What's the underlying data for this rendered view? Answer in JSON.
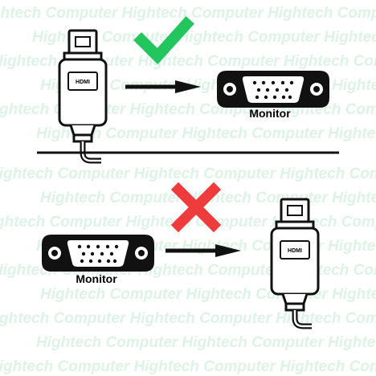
{
  "watermark": {
    "text": "Hightech Computer Hightech Computer Hightech Computer"
  },
  "top_panel": {
    "status": "valid",
    "status_color": "#22c55e",
    "source_icon": "hdmi-plug-icon",
    "source_label": "HDMI",
    "arrow_icon": "arrow-right-icon",
    "target_icon": "vga-port-icon",
    "target_label": "Monitor"
  },
  "bottom_panel": {
    "status": "invalid",
    "status_color": "#ef3b3b",
    "source_icon": "vga-port-icon",
    "source_label": "Monitor",
    "arrow_icon": "arrow-right-icon",
    "target_icon": "hdmi-plug-icon",
    "target_label": "HDMI"
  }
}
